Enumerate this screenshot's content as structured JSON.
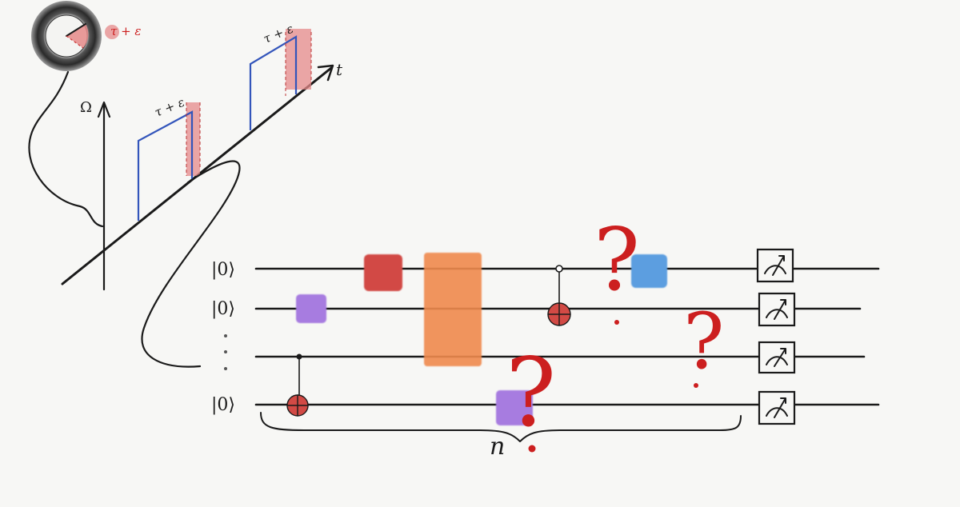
{
  "top_plot": {
    "y_axis_label": "Ω",
    "x_axis_label": "t",
    "pulse_labels": [
      "τ + ε",
      "τ + ε"
    ],
    "clock_label": "τ + ε"
  },
  "circuit": {
    "qubit_labels": [
      "|0⟩",
      "|0⟩",
      "|0⟩"
    ],
    "brace_label": "n",
    "question_mark": "?"
  },
  "colors": {
    "wire": "#1a1a1a",
    "pulse_outline": "#3355bb",
    "pulse_error": "#e07a7a",
    "gate_red": "#d24a45",
    "gate_purple": "#a77be0",
    "gate_orange": "#f08a4e",
    "gate_blue": "#5b9ee0",
    "question_red": "#cc1f1f"
  }
}
